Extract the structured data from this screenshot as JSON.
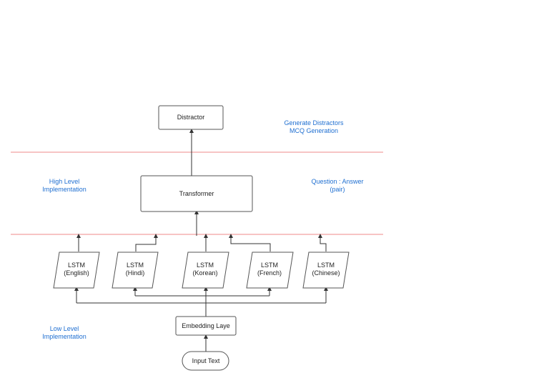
{
  "colors": {
    "line": "#333333",
    "separator": "#f2a0a0",
    "annotation": "#1f6fd1",
    "box_border": "#555555"
  },
  "nodes": {
    "distractor": "Distractor",
    "transformer": "Transformer",
    "embedding": "Embedding Laye",
    "input": "Input Text",
    "lstm_english": [
      "LSTM",
      "(English)"
    ],
    "lstm_hindi": [
      "LSTM",
      "(Hindi)"
    ],
    "lstm_korean": [
      "LSTM",
      "(Korean)"
    ],
    "lstm_french": [
      "LSTM",
      "(French)"
    ],
    "lstm_chinese": [
      "LSTM",
      "(Chinese)"
    ]
  },
  "annotations": {
    "top_right": [
      "Generate Distractors",
      "MCQ Generation"
    ],
    "middle_right": [
      "Question : Answer",
      "(pair)"
    ],
    "high_level": [
      "High Level",
      "Implementation"
    ],
    "low_level": [
      "Low Level",
      "Implementation"
    ]
  }
}
